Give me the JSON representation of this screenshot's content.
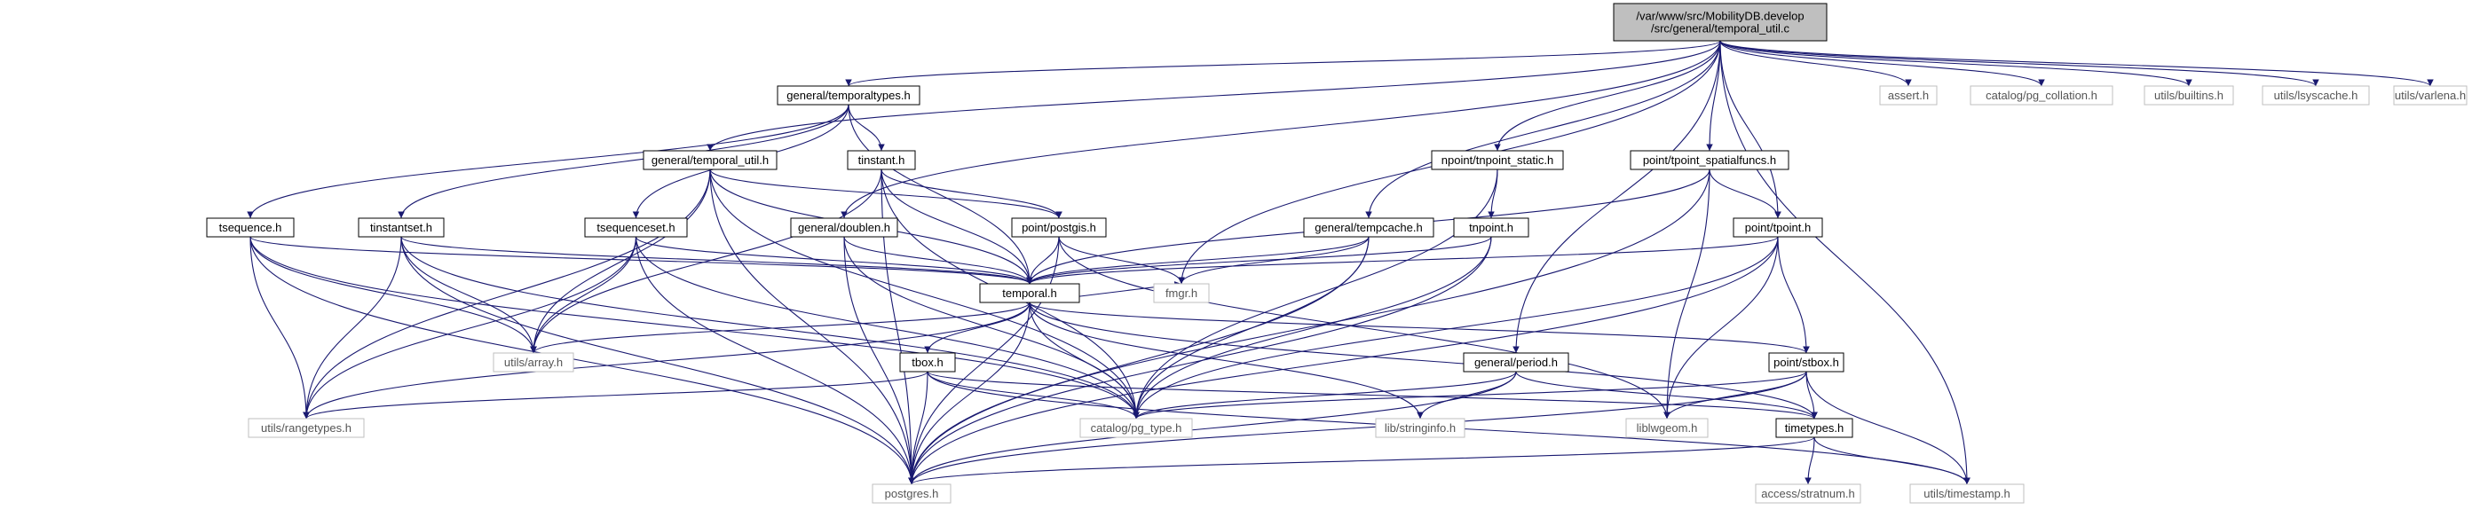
{
  "diagram": {
    "title": "",
    "colors": {
      "root_fill": "#bfbfbf",
      "internal_fill": "#ffffff",
      "internal_border": "#000000",
      "external_border": "#bfbfbf",
      "external_text": "#555555",
      "edge": "#191970"
    },
    "nodes": [
      {
        "id": "root",
        "kind": "root",
        "lines": [
          "/var/www/src/MobilityDB.develop",
          "/src/general/temporal_util.c"
        ]
      },
      {
        "id": "temporaltypes",
        "kind": "internal",
        "lines": [
          "general/temporaltypes.h"
        ]
      },
      {
        "id": "temporal_util_h",
        "kind": "internal",
        "lines": [
          "general/temporal_util.h"
        ]
      },
      {
        "id": "tinstant",
        "kind": "internal",
        "lines": [
          "tinstant.h"
        ]
      },
      {
        "id": "tsequence",
        "kind": "internal",
        "lines": [
          "tsequence.h"
        ]
      },
      {
        "id": "tinstantset",
        "kind": "internal",
        "lines": [
          "tinstantset.h"
        ]
      },
      {
        "id": "tsequenceset",
        "kind": "internal",
        "lines": [
          "tsequenceset.h"
        ]
      },
      {
        "id": "doublen",
        "kind": "internal",
        "lines": [
          "general/doublen.h"
        ]
      },
      {
        "id": "postgis",
        "kind": "internal",
        "lines": [
          "point/postgis.h"
        ]
      },
      {
        "id": "temporal",
        "kind": "internal",
        "lines": [
          "temporal.h"
        ]
      },
      {
        "id": "tempcache",
        "kind": "internal",
        "lines": [
          "general/tempcache.h"
        ]
      },
      {
        "id": "tnpoint_static",
        "kind": "internal",
        "lines": [
          "npoint/tnpoint_static.h"
        ]
      },
      {
        "id": "tnpoint",
        "kind": "internal",
        "lines": [
          "tnpoint.h"
        ]
      },
      {
        "id": "tpoint_spatial",
        "kind": "internal",
        "lines": [
          "point/tpoint_spatialfuncs.h"
        ]
      },
      {
        "id": "tpoint",
        "kind": "internal",
        "lines": [
          "point/tpoint.h"
        ]
      },
      {
        "id": "period",
        "kind": "internal",
        "lines": [
          "general/period.h"
        ]
      },
      {
        "id": "stbox",
        "kind": "internal",
        "lines": [
          "point/stbox.h"
        ]
      },
      {
        "id": "tbox",
        "kind": "internal",
        "lines": [
          "tbox.h"
        ]
      },
      {
        "id": "timetypes",
        "kind": "internal",
        "lines": [
          "timetypes.h"
        ]
      },
      {
        "id": "fmgr",
        "kind": "external",
        "lines": [
          "fmgr.h"
        ]
      },
      {
        "id": "utils_array",
        "kind": "external",
        "lines": [
          "utils/array.h"
        ]
      },
      {
        "id": "rangetypes",
        "kind": "external",
        "lines": [
          "utils/rangetypes.h"
        ]
      },
      {
        "id": "pg_type",
        "kind": "external",
        "lines": [
          "catalog/pg_type.h"
        ]
      },
      {
        "id": "stringinfo",
        "kind": "external",
        "lines": [
          "lib/stringinfo.h"
        ]
      },
      {
        "id": "liblwgeom",
        "kind": "external",
        "lines": [
          "liblwgeom.h"
        ]
      },
      {
        "id": "postgres",
        "kind": "external",
        "lines": [
          "postgres.h"
        ]
      },
      {
        "id": "stratnum",
        "kind": "external",
        "lines": [
          "access/stratnum.h"
        ]
      },
      {
        "id": "timestamp",
        "kind": "external",
        "lines": [
          "utils/timestamp.h"
        ]
      },
      {
        "id": "assert",
        "kind": "external",
        "lines": [
          "assert.h"
        ]
      },
      {
        "id": "pg_collation",
        "kind": "external",
        "lines": [
          "catalog/pg_collation.h"
        ]
      },
      {
        "id": "builtins",
        "kind": "external",
        "lines": [
          "utils/builtins.h"
        ]
      },
      {
        "id": "lsyscache",
        "kind": "external",
        "lines": [
          "utils/lsyscache.h"
        ]
      },
      {
        "id": "varlena",
        "kind": "external",
        "lines": [
          "utils/varlena.h"
        ]
      }
    ],
    "edges": [
      [
        "root",
        "temporaltypes"
      ],
      [
        "root",
        "temporal_util_h"
      ],
      [
        "root",
        "doublen"
      ],
      [
        "root",
        "fmgr"
      ],
      [
        "root",
        "tempcache"
      ],
      [
        "root",
        "tnpoint_static"
      ],
      [
        "root",
        "tpoint_spatial"
      ],
      [
        "root",
        "tpoint"
      ],
      [
        "root",
        "period"
      ],
      [
        "root",
        "timestamp"
      ],
      [
        "root",
        "assert"
      ],
      [
        "root",
        "pg_collation"
      ],
      [
        "root",
        "builtins"
      ],
      [
        "root",
        "lsyscache"
      ],
      [
        "root",
        "varlena"
      ],
      [
        "temporaltypes",
        "tinstant"
      ],
      [
        "temporaltypes",
        "tsequence"
      ],
      [
        "temporaltypes",
        "tinstantset"
      ],
      [
        "temporaltypes",
        "tsequenceset"
      ],
      [
        "temporaltypes",
        "temporal"
      ],
      [
        "temporal_util_h",
        "postgis"
      ],
      [
        "temporal_util_h",
        "temporal"
      ],
      [
        "temporal_util_h",
        "utils_array"
      ],
      [
        "temporal_util_h",
        "rangetypes"
      ],
      [
        "temporal_util_h",
        "pg_type"
      ],
      [
        "temporal_util_h",
        "postgres"
      ],
      [
        "tinstant",
        "postgis"
      ],
      [
        "tinstant",
        "temporal"
      ],
      [
        "tinstant",
        "utils_array"
      ],
      [
        "tinstant",
        "pg_type"
      ],
      [
        "tinstant",
        "postgres"
      ],
      [
        "tsequence",
        "temporal"
      ],
      [
        "tsequence",
        "utils_array"
      ],
      [
        "tsequence",
        "rangetypes"
      ],
      [
        "tsequence",
        "pg_type"
      ],
      [
        "tsequence",
        "postgres"
      ],
      [
        "tinstantset",
        "temporal"
      ],
      [
        "tinstantset",
        "utils_array"
      ],
      [
        "tinstantset",
        "rangetypes"
      ],
      [
        "tinstantset",
        "pg_type"
      ],
      [
        "tinstantset",
        "postgres"
      ],
      [
        "tsequenceset",
        "temporal"
      ],
      [
        "tsequenceset",
        "utils_array"
      ],
      [
        "tsequenceset",
        "rangetypes"
      ],
      [
        "tsequenceset",
        "pg_type"
      ],
      [
        "tsequenceset",
        "postgres"
      ],
      [
        "doublen",
        "temporal"
      ],
      [
        "doublen",
        "pg_type"
      ],
      [
        "doublen",
        "postgres"
      ],
      [
        "postgis",
        "temporal"
      ],
      [
        "postgis",
        "fmgr"
      ],
      [
        "postgis",
        "liblwgeom"
      ],
      [
        "postgis",
        "postgres"
      ],
      [
        "tempcache",
        "temporal"
      ],
      [
        "tempcache",
        "fmgr"
      ],
      [
        "tempcache",
        "pg_type"
      ],
      [
        "tempcache",
        "postgres"
      ],
      [
        "tnpoint_static",
        "tnpoint"
      ],
      [
        "tnpoint_static",
        "pg_type"
      ],
      [
        "tnpoint",
        "temporal"
      ],
      [
        "tnpoint",
        "pg_type"
      ],
      [
        "tnpoint",
        "postgres"
      ],
      [
        "tpoint_spatial",
        "temporal"
      ],
      [
        "tpoint_spatial",
        "tpoint"
      ],
      [
        "tpoint_spatial",
        "liblwgeom"
      ],
      [
        "tpoint_spatial",
        "postgres"
      ],
      [
        "tpoint",
        "temporal"
      ],
      [
        "tpoint",
        "stbox"
      ],
      [
        "tpoint",
        "liblwgeom"
      ],
      [
        "tpoint",
        "pg_type"
      ],
      [
        "tpoint",
        "postgres"
      ],
      [
        "temporal",
        "tbox"
      ],
      [
        "temporal",
        "stbox"
      ],
      [
        "temporal",
        "utils_array"
      ],
      [
        "temporal",
        "rangetypes"
      ],
      [
        "temporal",
        "pg_type"
      ],
      [
        "temporal",
        "stringinfo"
      ],
      [
        "temporal",
        "timetypes"
      ],
      [
        "temporal",
        "postgres"
      ],
      [
        "temporal",
        "fmgr"
      ],
      [
        "tbox",
        "rangetypes"
      ],
      [
        "tbox",
        "pg_type"
      ],
      [
        "tbox",
        "timetypes"
      ],
      [
        "tbox",
        "postgres"
      ],
      [
        "tbox",
        "timestamp"
      ],
      [
        "stbox",
        "timetypes"
      ],
      [
        "stbox",
        "liblwgeom"
      ],
      [
        "stbox",
        "pg_type"
      ],
      [
        "stbox",
        "postgres"
      ],
      [
        "stbox",
        "timestamp"
      ],
      [
        "period",
        "timetypes"
      ],
      [
        "period",
        "stringinfo"
      ],
      [
        "period",
        "pg_type"
      ],
      [
        "period",
        "postgres"
      ],
      [
        "timetypes",
        "postgres"
      ],
      [
        "timetypes",
        "stratnum"
      ],
      [
        "timetypes",
        "timestamp"
      ]
    ]
  }
}
